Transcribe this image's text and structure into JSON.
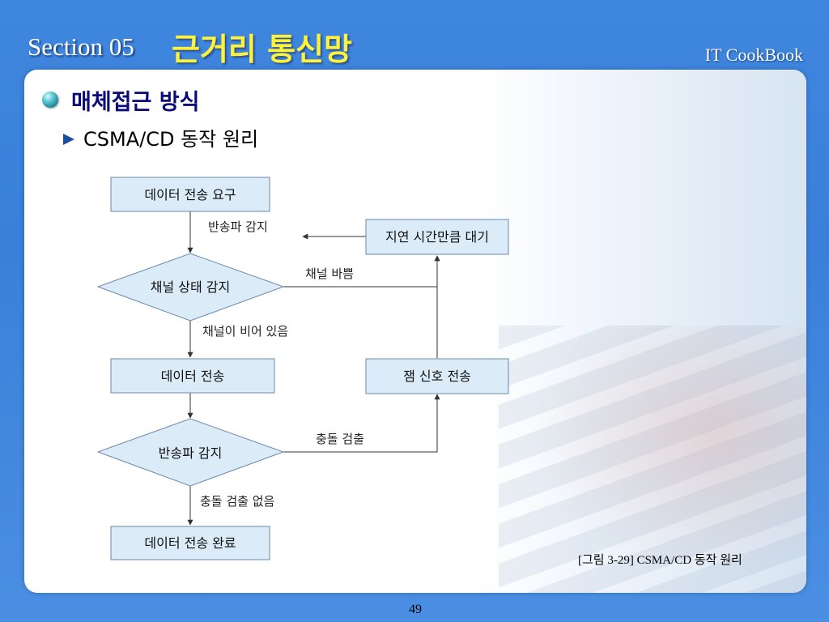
{
  "header": {
    "section": "Section 05",
    "title": "근거리 통신망",
    "brand": "IT CookBook"
  },
  "content": {
    "heading1": "매체접근 방식",
    "heading2": "CSMA/CD 동작 원리"
  },
  "diagram": {
    "nodes": {
      "request": "데이터 전송 요구",
      "sense_channel": "채널 상태 감지",
      "transmit": "데이터 전송",
      "carrier_sense": "반송파 감지",
      "complete": "데이터 전송 완료",
      "wait": "지연 시간만큼 대기",
      "jam": "잼 신호 전송"
    },
    "edges": {
      "carrier_detect": "반송파 감지",
      "channel_busy": "채널 바쁨",
      "channel_idle": "채널이 비어 있음",
      "collision": "충돌 검출",
      "no_collision": "충돌 검출 없음"
    },
    "colors": {
      "node_fill": "#dcebf8",
      "node_stroke": "#6a8aab",
      "line": "#333333"
    }
  },
  "caption": "[그림 3-29] CSMA/CD 동작 원리",
  "page_number": "49"
}
